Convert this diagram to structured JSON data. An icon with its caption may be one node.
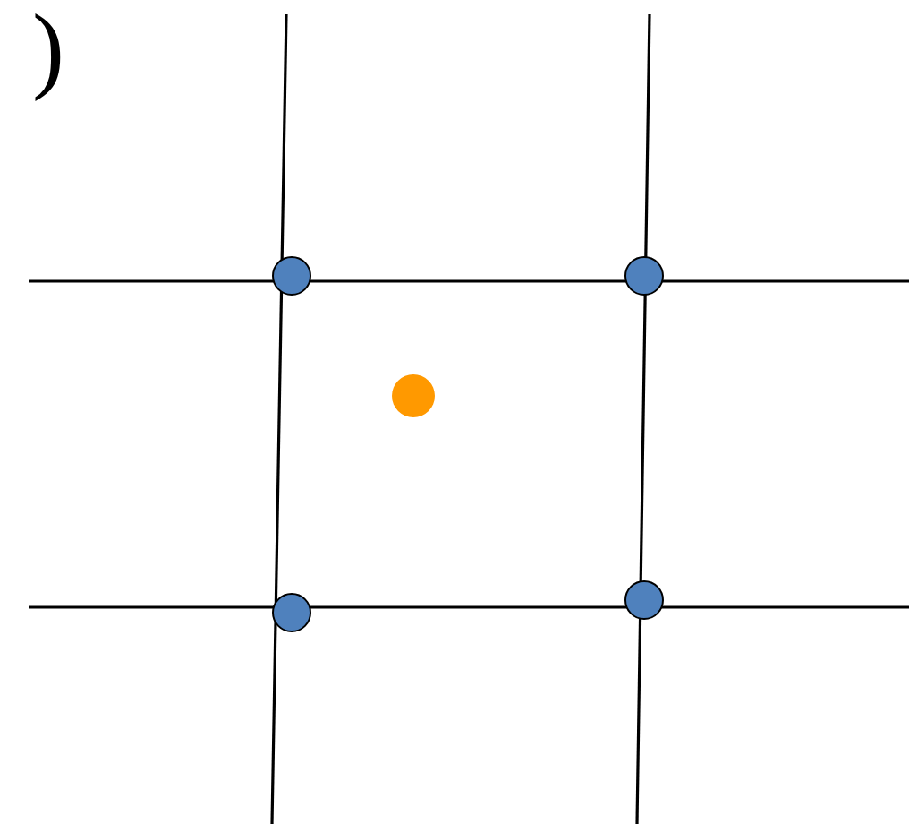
{
  "diagram": {
    "nodes": [
      {
        "text": [],
        "shape": "circle"
      },
      {
        "text": [],
        "shape": "circle"
      },
      {
        "text": [],
        "shape": "circle"
      },
      {
        "text": [],
        "shape": "circle"
      },
      {
        "text": [],
        "shape": "circle"
      }
    ],
    "labels": [
      ")"
    ]
  }
}
